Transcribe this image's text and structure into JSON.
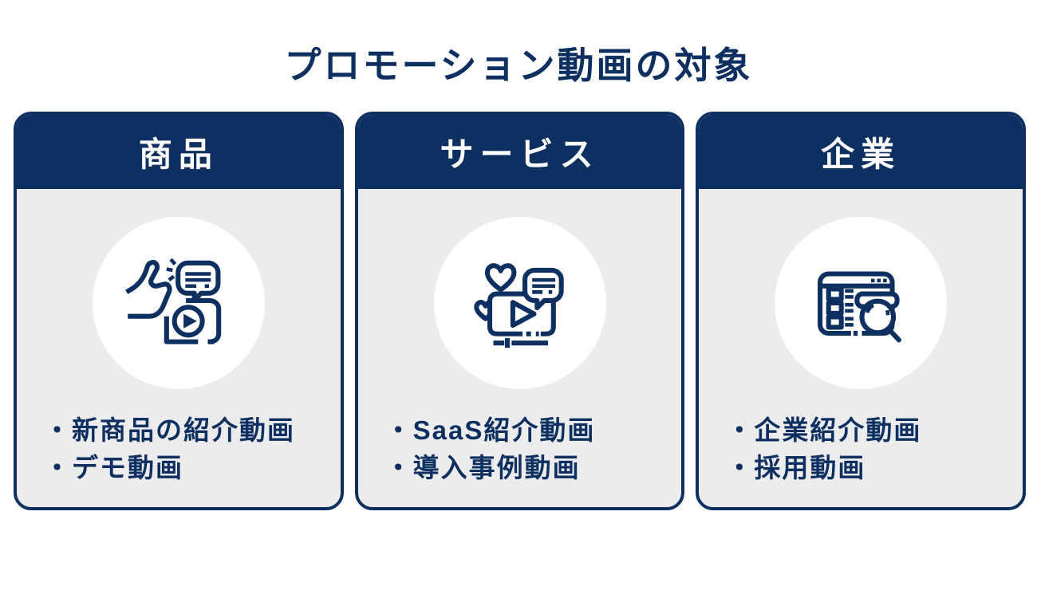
{
  "title": "プロモーション動画の対象",
  "colors": {
    "navy": "#0e3061",
    "card_body": "#ececec",
    "header_text": "#ffffff",
    "icon_background": "#ffffff",
    "page_background": "#ffffff"
  },
  "cards": [
    {
      "header": "商品",
      "icon": "thumbs-up-video-icon",
      "items": [
        "・新商品の紹介動画",
        "・デモ動画"
      ]
    },
    {
      "header": "サービス",
      "icon": "hearts-video-player-icon",
      "items": [
        "・SaaS紹介動画",
        "・導入事例動画"
      ]
    },
    {
      "header": "企業",
      "icon": "browser-search-icon",
      "items": [
        "・企業紹介動画",
        "・採用動画"
      ]
    }
  ]
}
